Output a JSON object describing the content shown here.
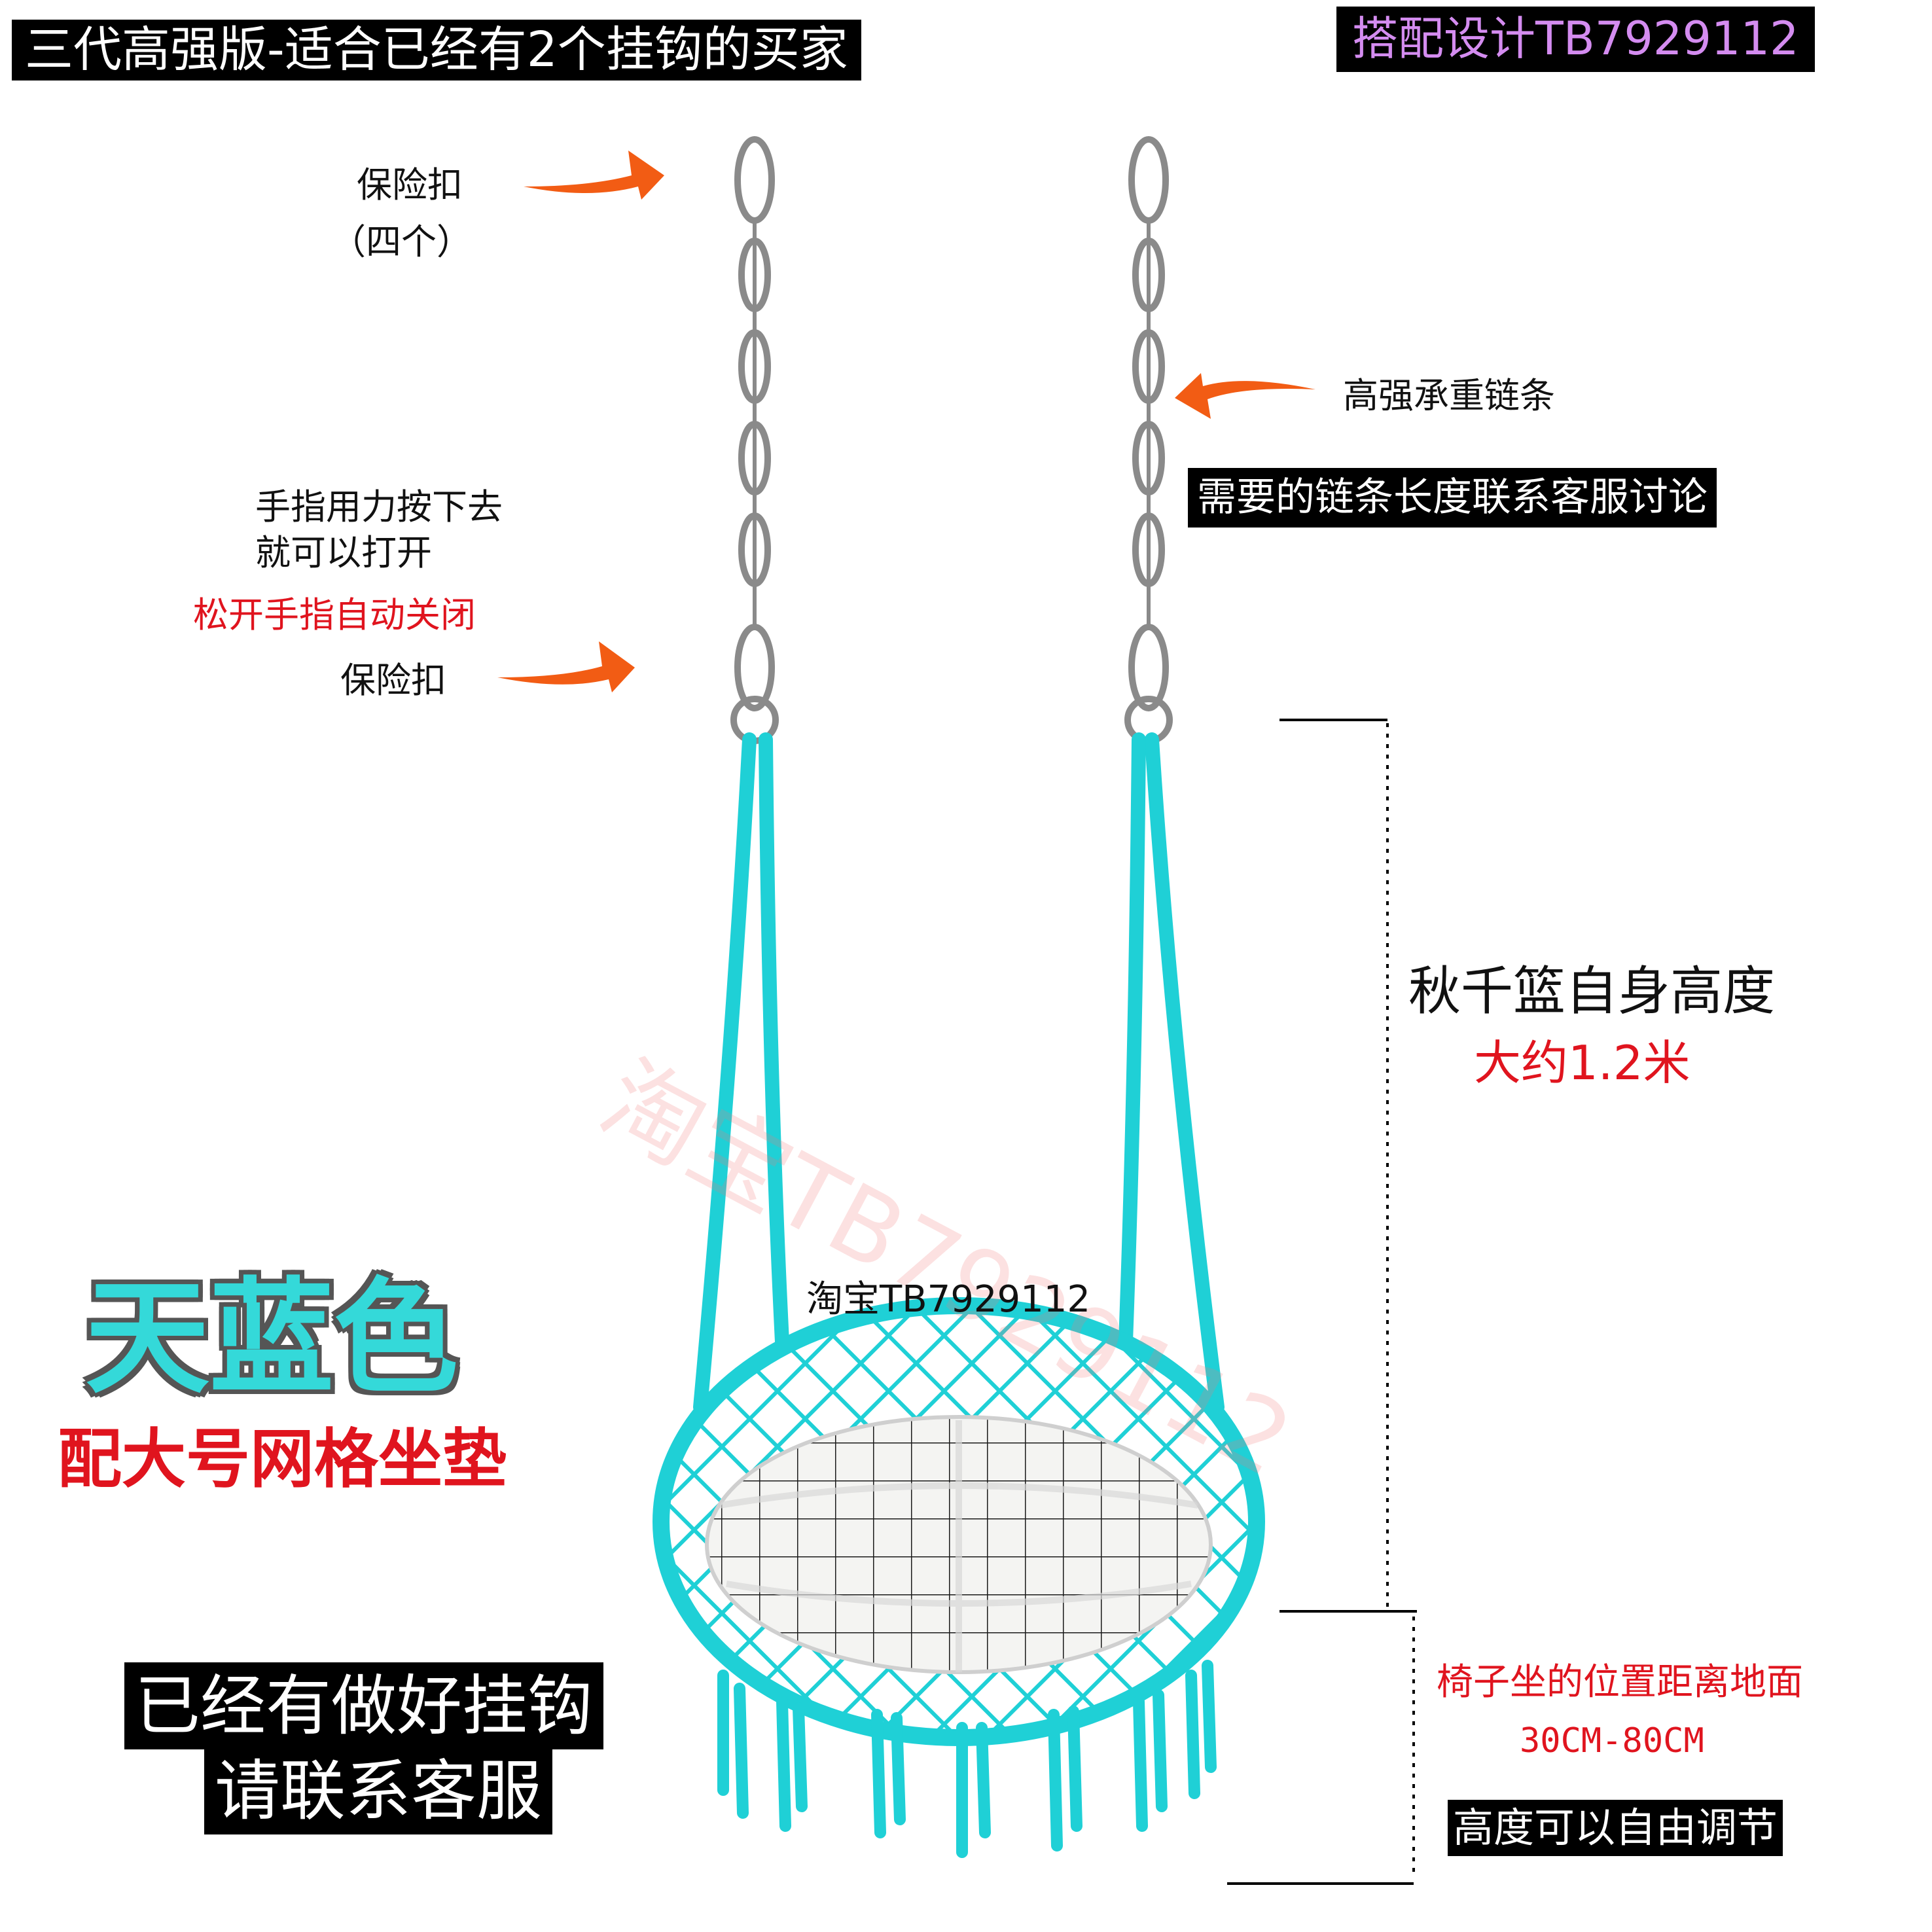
{
  "banner_left": "三代高强版-适合已经有2个挂钩的买家",
  "banner_right": "搭配设计TB7929112",
  "callouts": {
    "carabiner_top": "保险扣",
    "carabiner_top_count": "（四个）",
    "chain": "高强承重链条",
    "chain_length_note": "需要的链条长度联系客服讨论",
    "press_line1": "手指用力按下去",
    "press_line2": "就可以打开",
    "auto_close": "松开手指自动关闭",
    "carabiner_bottom": "保险扣"
  },
  "height_info": {
    "title": "秋千篮自身高度",
    "value": "大约1.2米",
    "seat_title": "椅子坐的位置距离地面",
    "seat_range": "30CM-80CM",
    "adjustable": "高度可以自由调节"
  },
  "color_name": "天蓝色",
  "cushion_note": "配大号网格坐垫",
  "contact_line1": "已经有做好挂钩",
  "contact_line2": "请联系客服",
  "watermark_large": "淘宝TB7929112",
  "watermark_small": "淘宝TB7929112",
  "colors": {
    "rope": "#1fd0d6",
    "arrow": "#f25c14",
    "red_text": "#e0141e",
    "banner_purple": "#d48cf0",
    "color_name_fill": "#34d9d9"
  }
}
